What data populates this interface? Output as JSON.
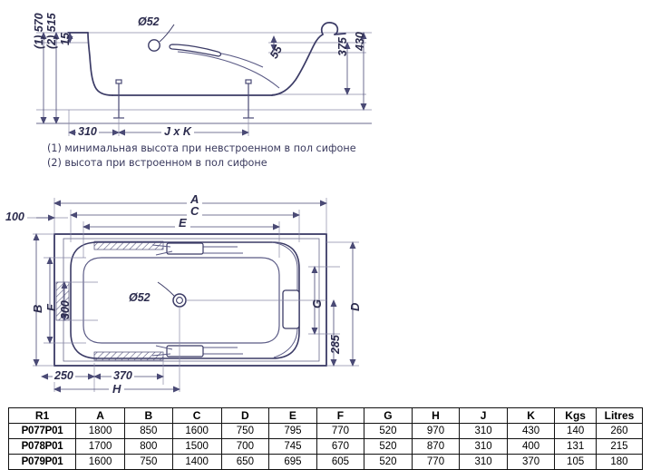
{
  "drawing": {
    "title": "bathtub-technical-drawing",
    "colors": {
      "line": "#3b3b66",
      "thin": "#6a6a8c",
      "text": "#2b2b4d",
      "table_border": "#111111"
    },
    "elevation": {
      "name": "side-elevation-view",
      "dim_left_1": "(1) 570",
      "dim_left_2": "(2) 515",
      "dim_15": "15",
      "dim_310": "310",
      "dim_jxk": "J x K",
      "dim_55": "55",
      "dim_375": "375",
      "dim_430": "430",
      "drain_label": "Ø52"
    },
    "plan": {
      "name": "top-plan-view",
      "dim_A": "A",
      "dim_C": "C",
      "dim_E": "E",
      "dim_B": "B",
      "dim_F": "F",
      "dim_300": "300",
      "dim_G": "G",
      "dim_D": "D",
      "dim_285": "285",
      "dim_100": "100",
      "dim_250": "250",
      "dim_370": "370",
      "dim_H": "H",
      "drain_label": "Ø52"
    }
  },
  "notes": [
    "(1) минимальная высота при невстроенном в пол сифоне",
    "(2) высота при встроенном в пол сифоне"
  ],
  "table": {
    "name": "dimensions-table",
    "headers": [
      "R1",
      "A",
      "B",
      "C",
      "D",
      "E",
      "F",
      "G",
      "H",
      "J",
      "K",
      "Kgs",
      "Litres"
    ],
    "rows": [
      {
        "model": "P077P01",
        "values": [
          "1800",
          "850",
          "1600",
          "750",
          "795",
          "770",
          "520",
          "970",
          "310",
          "430",
          "140",
          "260"
        ]
      },
      {
        "model": "P078P01",
        "values": [
          "1700",
          "800",
          "1500",
          "700",
          "745",
          "670",
          "520",
          "870",
          "310",
          "400",
          "131",
          "215"
        ]
      },
      {
        "model": "P079P01",
        "values": [
          "1600",
          "750",
          "1400",
          "650",
          "695",
          "605",
          "520",
          "770",
          "310",
          "370",
          "105",
          "180"
        ]
      }
    ]
  }
}
